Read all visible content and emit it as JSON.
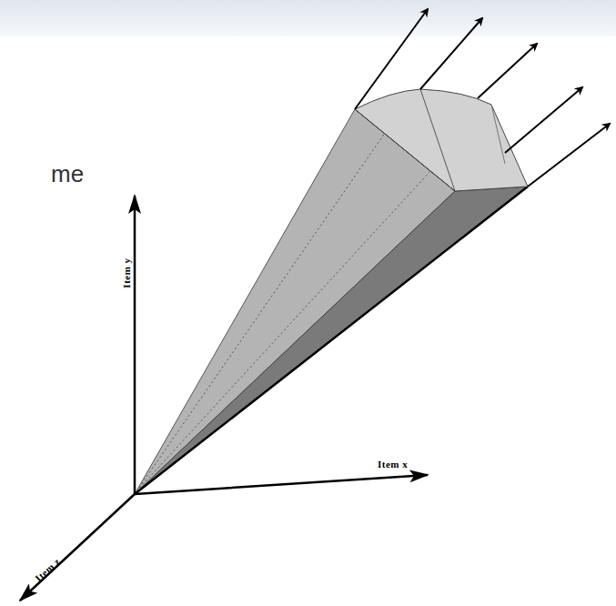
{
  "diagram": {
    "labels": [
      "me",
      "Item y",
      "Item x",
      "Item z"
    ]
  }
}
